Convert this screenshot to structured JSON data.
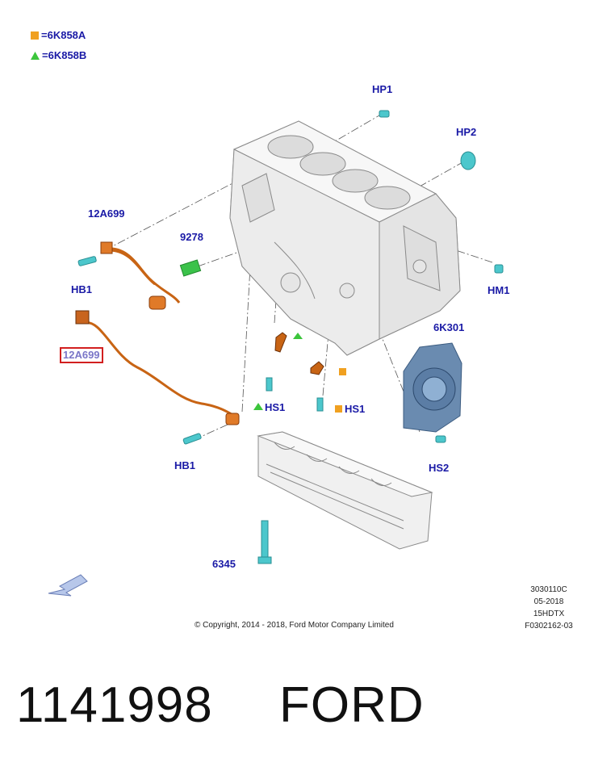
{
  "legend": [
    {
      "symbol": "square",
      "color": "#f0a020",
      "eq": "=",
      "code": "6K858A"
    },
    {
      "symbol": "triangle",
      "color": "#3cc53c",
      "eq": "=",
      "code": "6K858B"
    }
  ],
  "callouts": {
    "hp1": "HP1",
    "hp2": "HP2",
    "a12a699_top": "12A699",
    "c9278": "9278",
    "hb1_top": "HB1",
    "hm1": "HM1",
    "a12a699_hl": "12A699",
    "c6k301": "6K301",
    "hs1_left": "HS1",
    "hs1_right": "HS1",
    "hb1_bottom": "HB1",
    "hs2": "HS2",
    "c6345": "6345"
  },
  "meta": {
    "copyright": "© Copyright, 2014 - 2018, Ford Motor Company Limited",
    "code1": "3030110C",
    "date": "05-2018",
    "model": "15HDTX",
    "figure": "F0302162-03"
  },
  "part_number": "1141998",
  "brand": "FORD",
  "colors": {
    "callout": "#1a1aa6",
    "highlight_border": "#d21f1f",
    "sensor": "#c86414",
    "bolt": "#3ec3c8"
  }
}
